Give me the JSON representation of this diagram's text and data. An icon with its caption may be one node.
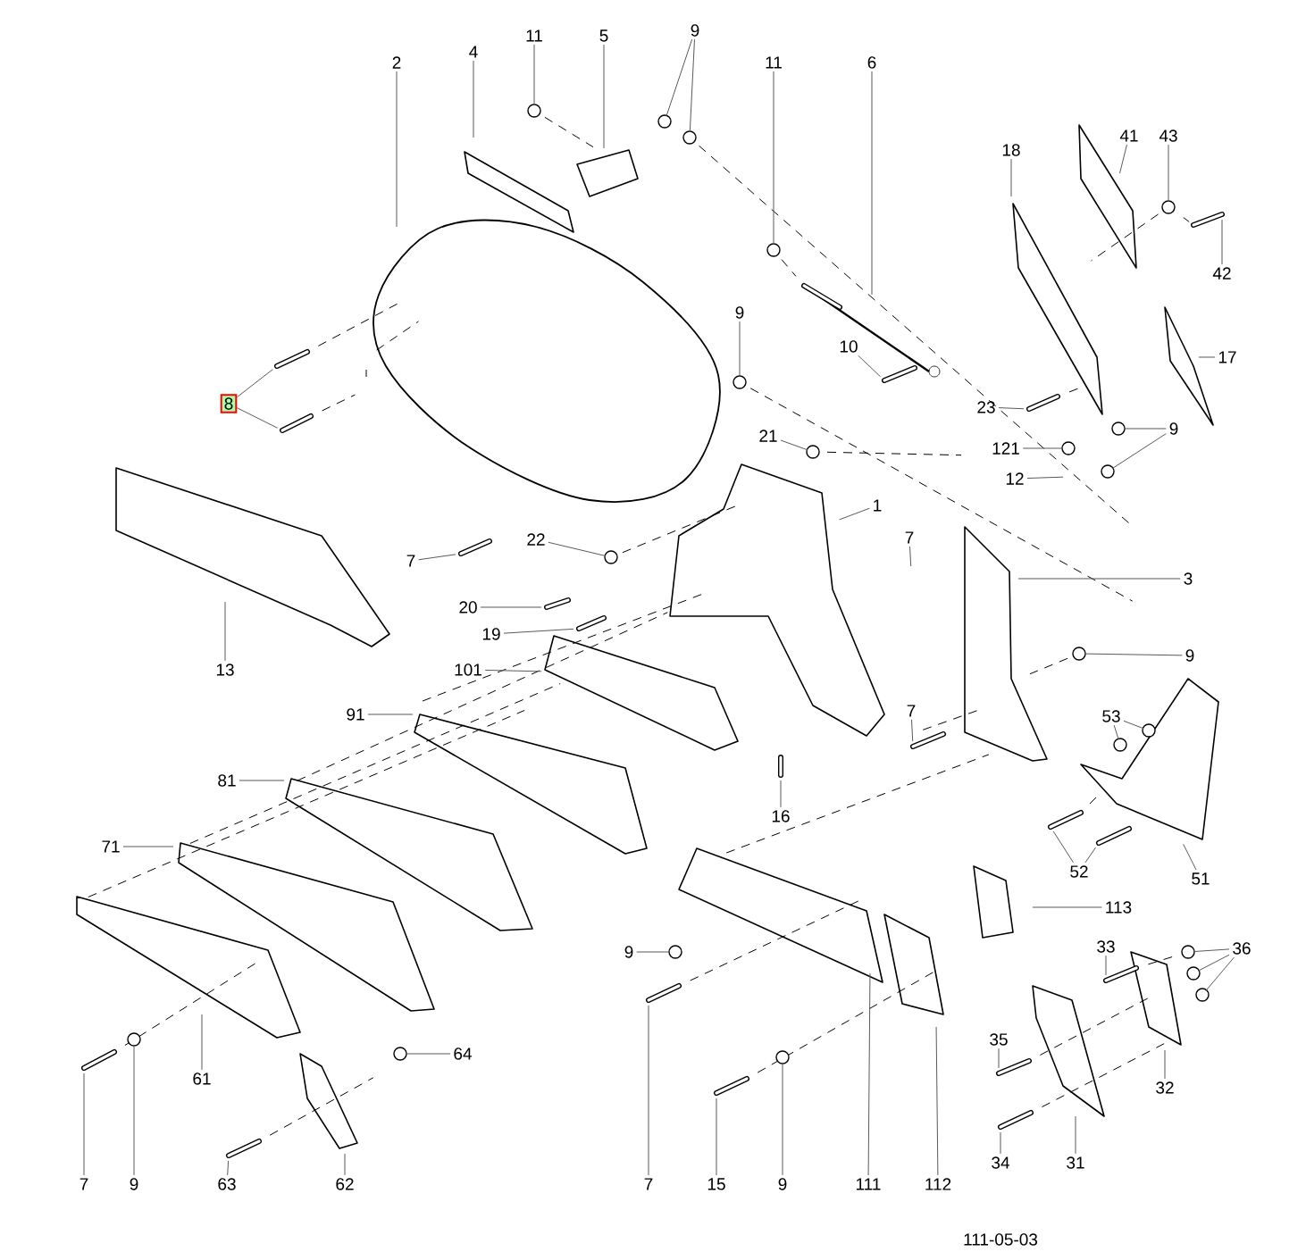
{
  "diagram": {
    "nodes": [
      {
        "text": [
          "11"
        ]
      },
      {
        "text": [
          "5"
        ]
      },
      {
        "text": [
          "9"
        ]
      },
      {
        "text": [
          "4"
        ]
      },
      {
        "text": [
          "2"
        ]
      },
      {
        "text": [
          "11"
        ]
      },
      {
        "text": [
          "6"
        ]
      },
      {
        "text": [
          "41"
        ]
      },
      {
        "text": [
          "43"
        ]
      },
      {
        "text": [
          "18"
        ]
      },
      {
        "text": [
          "42"
        ]
      },
      {
        "text": [
          "9"
        ]
      },
      {
        "text": [
          "10"
        ]
      },
      {
        "text": [
          "17"
        ]
      },
      {
        "text": [
          "8"
        ]
      },
      {
        "text": [
          "23"
        ]
      },
      {
        "text": [
          "9"
        ]
      },
      {
        "text": [
          "21"
        ]
      },
      {
        "text": [
          "121"
        ]
      },
      {
        "text": [
          "12"
        ]
      },
      {
        "text": [
          "1"
        ]
      },
      {
        "text": [
          "7"
        ]
      },
      {
        "text": [
          "7"
        ]
      },
      {
        "text": [
          "22"
        ]
      },
      {
        "text": [
          "3"
        ]
      },
      {
        "text": [
          "20"
        ]
      },
      {
        "text": [
          "19"
        ]
      },
      {
        "text": [
          "101"
        ]
      },
      {
        "text": [
          "13"
        ]
      },
      {
        "text": [
          "9"
        ]
      },
      {
        "text": [
          "91"
        ]
      },
      {
        "text": [
          "7"
        ]
      },
      {
        "text": [
          "53"
        ]
      },
      {
        "text": [
          "81"
        ]
      },
      {
        "text": [
          "16"
        ]
      },
      {
        "text": [
          "71"
        ]
      },
      {
        "text": [
          "52"
        ]
      },
      {
        "text": [
          "51"
        ]
      },
      {
        "text": [
          "113"
        ]
      },
      {
        "text": [
          "9"
        ]
      },
      {
        "text": [
          "33"
        ]
      },
      {
        "text": [
          "36"
        ]
      },
      {
        "text": [
          "35"
        ]
      },
      {
        "text": [
          "64"
        ]
      },
      {
        "text": [
          "61"
        ]
      },
      {
        "text": [
          "32"
        ]
      },
      {
        "text": [
          "34"
        ]
      },
      {
        "text": [
          "31"
        ]
      },
      {
        "text": [
          "7"
        ]
      },
      {
        "text": [
          "9"
        ]
      },
      {
        "text": [
          "63"
        ]
      },
      {
        "text": [
          "62"
        ]
      },
      {
        "text": [
          "7"
        ]
      },
      {
        "text": [
          "15"
        ]
      },
      {
        "text": [
          "9"
        ]
      },
      {
        "text": [
          "111"
        ]
      },
      {
        "text": [
          "112"
        ]
      }
    ],
    "edges": [
      {
        "from": 0,
        "to": null,
        "arrow": "none"
      },
      {
        "from": 1,
        "to": null,
        "arrow": "none"
      },
      {
        "from": 2,
        "to": null,
        "arrow": "none"
      },
      {
        "from": 2,
        "to": null,
        "arrow": "none"
      },
      {
        "from": 3,
        "to": null,
        "arrow": "none"
      },
      {
        "from": 4,
        "to": null,
        "arrow": "none"
      },
      {
        "from": 5,
        "to": null,
        "arrow": "none"
      },
      {
        "from": 6,
        "to": null,
        "arrow": "none"
      },
      {
        "from": 7,
        "to": null,
        "arrow": "none"
      },
      {
        "from": 8,
        "to": null,
        "arrow": "none"
      },
      {
        "from": 9,
        "to": null,
        "arrow": "none"
      },
      {
        "from": 10,
        "to": null,
        "arrow": "none"
      },
      {
        "from": 11,
        "to": null,
        "arrow": "none"
      },
      {
        "from": 12,
        "to": null,
        "arrow": "none"
      },
      {
        "from": 13,
        "to": null,
        "arrow": "none"
      },
      {
        "from": 14,
        "to": null,
        "arrow": "none"
      },
      {
        "from": 14,
        "to": null,
        "arrow": "none"
      },
      {
        "from": 15,
        "to": null,
        "arrow": "none"
      },
      {
        "from": 16,
        "to": null,
        "arrow": "none"
      },
      {
        "from": 16,
        "to": null,
        "arrow": "none"
      },
      {
        "from": 17,
        "to": null,
        "arrow": "none"
      },
      {
        "from": 18,
        "to": null,
        "arrow": "none"
      },
      {
        "from": 19,
        "to": null,
        "arrow": "none"
      },
      {
        "from": 20,
        "to": null,
        "arrow": "none"
      },
      {
        "from": 21,
        "to": null,
        "arrow": "none"
      },
      {
        "from": 22,
        "to": null,
        "arrow": "none"
      },
      {
        "from": 23,
        "to": null,
        "arrow": "none"
      },
      {
        "from": 24,
        "to": null,
        "arrow": "none"
      },
      {
        "from": 25,
        "to": null,
        "arrow": "none"
      },
      {
        "from": 26,
        "to": null,
        "arrow": "none"
      },
      {
        "from": 27,
        "to": null,
        "arrow": "none"
      },
      {
        "from": 28,
        "to": null,
        "arrow": "none"
      },
      {
        "from": 29,
        "to": null,
        "arrow": "none"
      },
      {
        "from": 30,
        "to": null,
        "arrow": "none"
      },
      {
        "from": 31,
        "to": null,
        "arrow": "none"
      },
      {
        "from": 32,
        "to": null,
        "arrow": "none"
      },
      {
        "from": 32,
        "to": null,
        "arrow": "none"
      },
      {
        "from": 33,
        "to": null,
        "arrow": "none"
      },
      {
        "from": 34,
        "to": null,
        "arrow": "none"
      },
      {
        "from": 35,
        "to": null,
        "arrow": "none"
      },
      {
        "from": 36,
        "to": null,
        "arrow": "none"
      },
      {
        "from": 36,
        "to": null,
        "arrow": "none"
      },
      {
        "from": 37,
        "to": null,
        "arrow": "none"
      },
      {
        "from": 38,
        "to": null,
        "arrow": "none"
      },
      {
        "from": 39,
        "to": null,
        "arrow": "none"
      },
      {
        "from": 40,
        "to": null,
        "arrow": "none"
      },
      {
        "from": 41,
        "to": null,
        "arrow": "none"
      },
      {
        "from": 41,
        "to": null,
        "arrow": "none"
      },
      {
        "from": 41,
        "to": null,
        "arrow": "none"
      },
      {
        "from": 42,
        "to": null,
        "arrow": "none"
      },
      {
        "from": 43,
        "to": null,
        "arrow": "none"
      },
      {
        "from": 44,
        "to": null,
        "arrow": "none"
      },
      {
        "from": 45,
        "to": null,
        "arrow": "none"
      },
      {
        "from": 46,
        "to": null,
        "arrow": "none"
      },
      {
        "from": 47,
        "to": null,
        "arrow": "none"
      },
      {
        "from": 48,
        "to": null,
        "arrow": "none"
      },
      {
        "from": 49,
        "to": null,
        "arrow": "none"
      },
      {
        "from": 50,
        "to": null,
        "arrow": "none"
      },
      {
        "from": 51,
        "to": null,
        "arrow": "none"
      },
      {
        "from": 52,
        "to": null,
        "arrow": "none"
      },
      {
        "from": 53,
        "to": null,
        "arrow": "none"
      },
      {
        "from": 54,
        "to": null,
        "arrow": "none"
      },
      {
        "from": 55,
        "to": null,
        "arrow": "none"
      },
      {
        "from": 56,
        "to": null,
        "arrow": "none"
      }
    ],
    "labels": [
      "111-05-03"
    ]
  }
}
